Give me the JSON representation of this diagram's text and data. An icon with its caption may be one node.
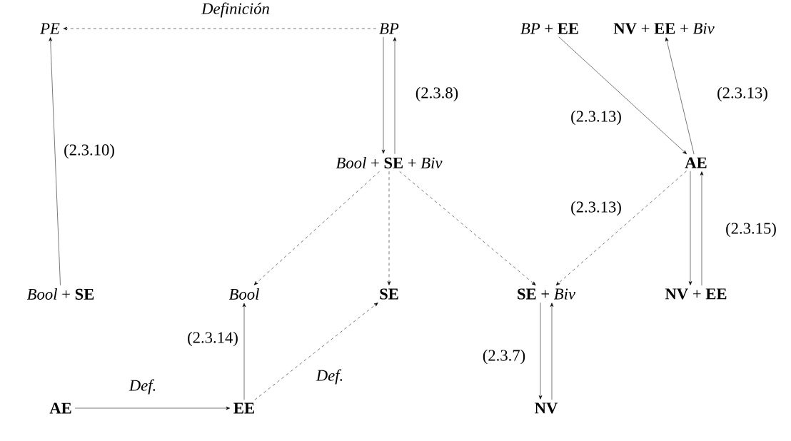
{
  "diagram": {
    "nodes": [
      {
        "text": [
          "*PE*"
        ]
      },
      {
        "text": [
          "*BP*"
        ]
      },
      {
        "text": [
          "*BP* + **EE**"
        ]
      },
      {
        "text": [
          "**NV** + **EE** + *Biv*"
        ]
      },
      {
        "text": [
          "*Bool* + **SE** + *Biv*"
        ]
      },
      {
        "text": [
          "**AE**"
        ]
      },
      {
        "text": [
          "*Bool* + **SE**"
        ]
      },
      {
        "text": [
          "*Bool*"
        ]
      },
      {
        "text": [
          "**SE**"
        ]
      },
      {
        "text": [
          "**SE** + *Biv*"
        ]
      },
      {
        "text": [
          "**NV** + **EE**"
        ]
      },
      {
        "text": [
          "**AE**"
        ]
      },
      {
        "text": [
          "**EE**"
        ]
      },
      {
        "text": [
          "**NV**"
        ]
      }
    ],
    "edges": [
      {
        "from": 1,
        "to": 0,
        "arrow": "to",
        "style": "dashed",
        "label": "*Definición*"
      },
      {
        "from": 1,
        "to": 4,
        "arrow": "to"
      },
      {
        "from": 4,
        "to": 1,
        "arrow": "to",
        "label": "(2.3.8)"
      },
      {
        "from": 6,
        "to": 0,
        "arrow": "to",
        "label": "(2.3.10)"
      },
      {
        "from": 2,
        "to": 5,
        "arrow": "to",
        "label": "(2.3.13)"
      },
      {
        "from": 5,
        "to": 3,
        "arrow": "to",
        "label": "(2.3.13)"
      },
      {
        "from": 4,
        "to": 7,
        "arrow": "to",
        "style": "dashed"
      },
      {
        "from": 4,
        "to": 8,
        "arrow": "to",
        "style": "dashed"
      },
      {
        "from": 4,
        "to": 9,
        "arrow": "to",
        "style": "dashed"
      },
      {
        "from": 5,
        "to": 9,
        "arrow": "to",
        "style": "dashed",
        "label": "(2.3.13)"
      },
      {
        "from": 5,
        "to": 10,
        "arrow": "to"
      },
      {
        "from": 10,
        "to": 5,
        "arrow": "to",
        "label": "(2.3.15)"
      },
      {
        "from": 12,
        "to": 7,
        "arrow": "to",
        "label": "(2.3.14)"
      },
      {
        "from": 12,
        "to": 8,
        "arrow": "to",
        "style": "dashed",
        "label": "*Def.*"
      },
      {
        "from": 11,
        "to": 12,
        "arrow": "to",
        "label": "*Def.*"
      },
      {
        "from": 9,
        "to": 13,
        "arrow": "to",
        "label": "(2.3.7)"
      },
      {
        "from": 13,
        "to": 9,
        "arrow": "to"
      }
    ]
  }
}
